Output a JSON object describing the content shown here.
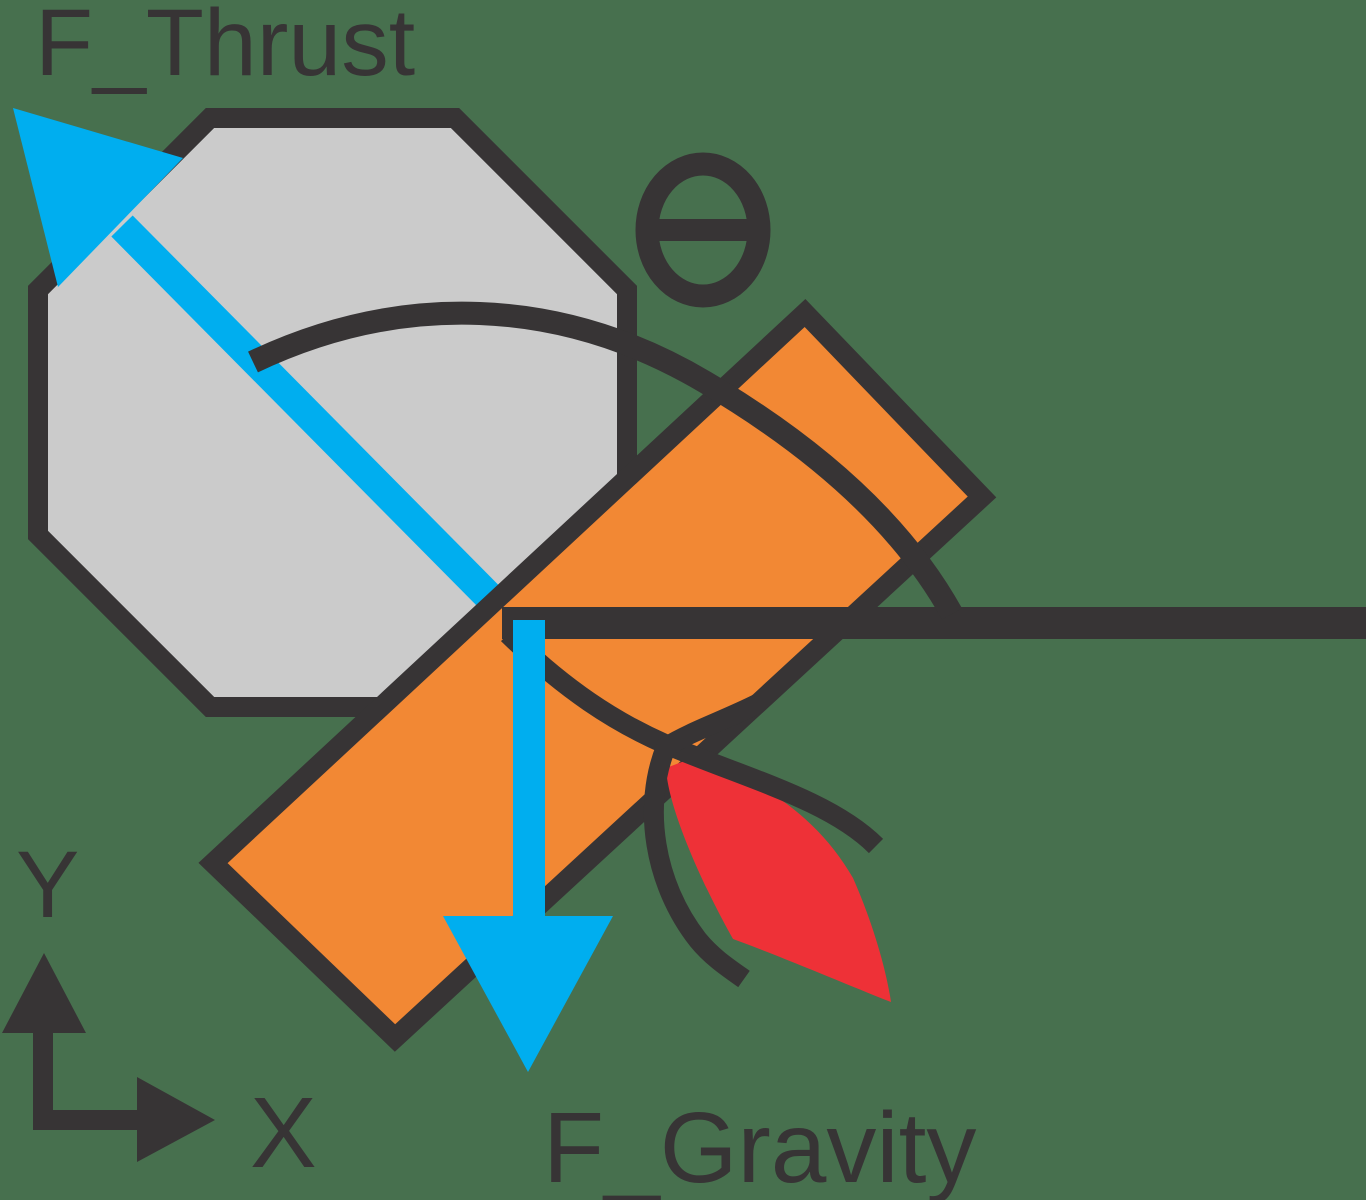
{
  "diagram": {
    "kind": "rocket free-body force diagram",
    "labels": {
      "thrust": "F_Thrust",
      "gravity": "F_Gravity",
      "theta": "θ",
      "axis_x": "X",
      "axis_y": "Y"
    },
    "shapes": {
      "nose_marker": "octagon",
      "body": "rotated-rectangle",
      "exhaust": "flame"
    }
  },
  "colors": {
    "bg": "#47704E",
    "ink": "#373435",
    "blue": "#00AEEF",
    "orange": "#F28834",
    "red": "#EE3137",
    "gray": "#CBCBCB"
  }
}
